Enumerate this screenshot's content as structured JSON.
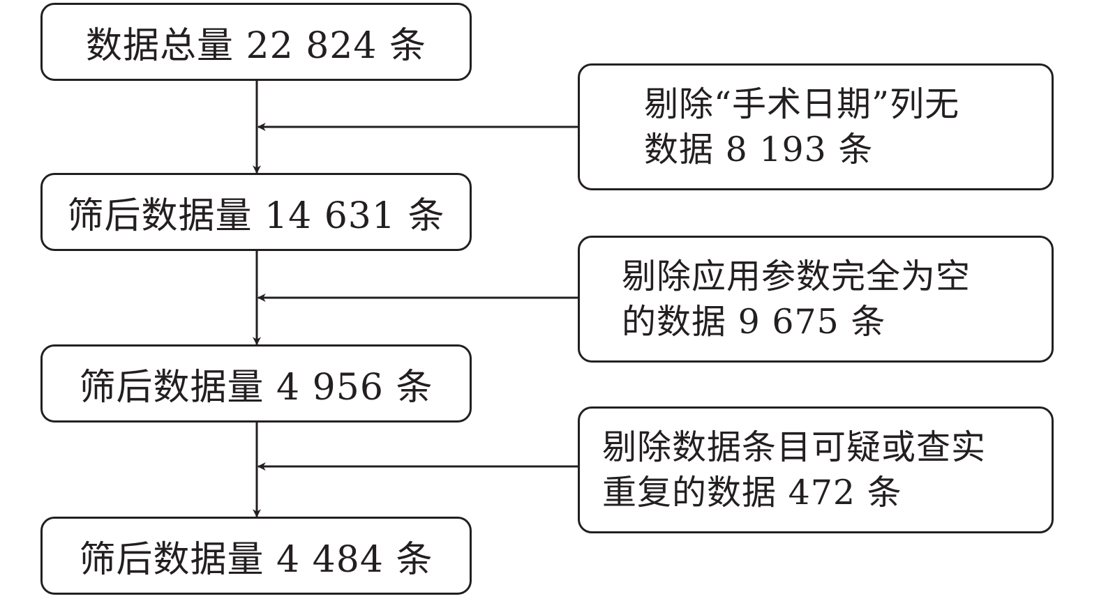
{
  "flow": {
    "steps": [
      {
        "label": "数据总量 22 824 条"
      },
      {
        "label": "筛后数据量 14 631 条"
      },
      {
        "label": "筛后数据量 4 956 条"
      },
      {
        "label": "筛后数据量 4 484 条"
      }
    ],
    "exclusions": [
      {
        "line1": "剔除“手术日期”列无",
        "line2": "数据 8 193 条"
      },
      {
        "line1": "剔除应用参数完全为空",
        "line2": "的数据 9 675 条"
      },
      {
        "line1": "剔除数据条目可疑或查实",
        "line2": "重复的数据 472 条"
      }
    ]
  },
  "colors": {
    "stroke": "#231f20",
    "background": "#ffffff"
  }
}
